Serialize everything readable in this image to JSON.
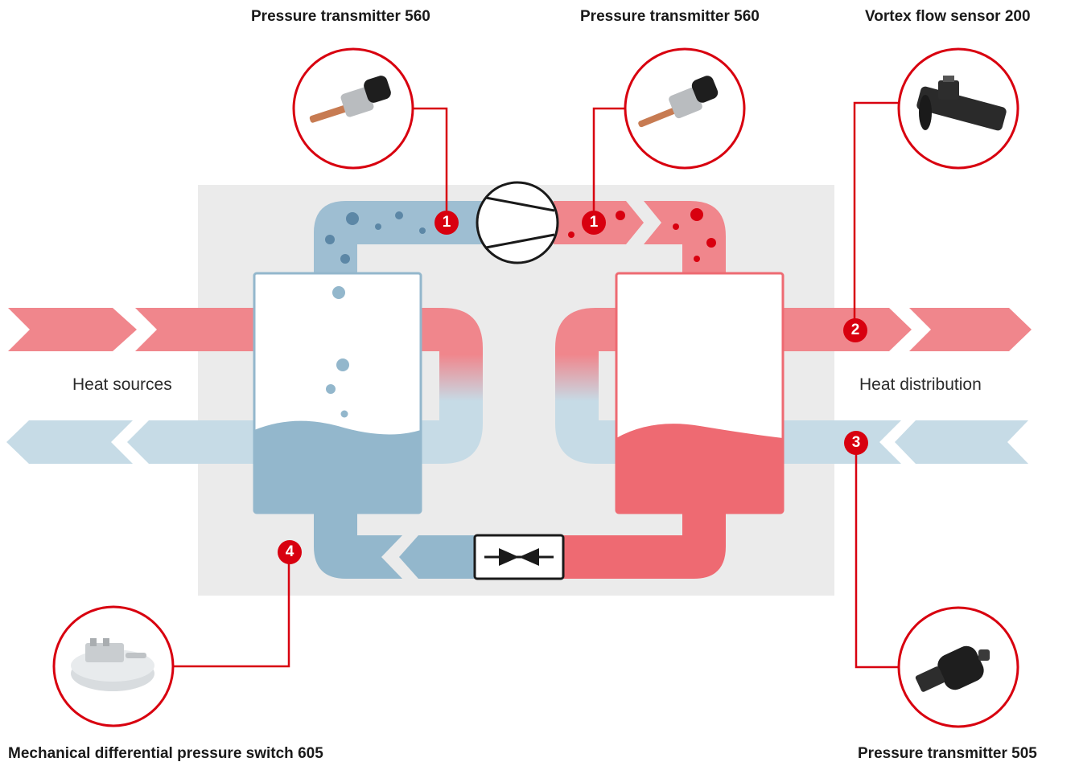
{
  "sensors": {
    "transmitter_low": {
      "label": "Pressure transmitter 560",
      "badge": "1",
      "icon": "pressure-transmitter-icon"
    },
    "transmitter_high": {
      "label": "Pressure transmitter 560",
      "badge": "1",
      "icon": "pressure-transmitter-icon"
    },
    "vortex": {
      "label": "Vortex flow sensor 200",
      "badge": "2",
      "icon": "vortex-flow-sensor-icon"
    },
    "transmitter_505": {
      "label": "Pressure transmitter 505",
      "badge": "3",
      "icon": "pressure-transmitter-505-icon"
    },
    "diff_switch": {
      "label": "Mechanical differential pressure switch 605",
      "badge": "4",
      "icon": "differential-pressure-switch-icon"
    }
  },
  "sides": {
    "left": "Heat sources",
    "right": "Heat distribution"
  },
  "colors": {
    "hot": "#f0868c",
    "hot_dark": "#ee6a72",
    "cold": "#c6dbe6",
    "cold_dark": "#93b7cc",
    "accent": "#d8000f",
    "panel": "#ebebeb"
  }
}
